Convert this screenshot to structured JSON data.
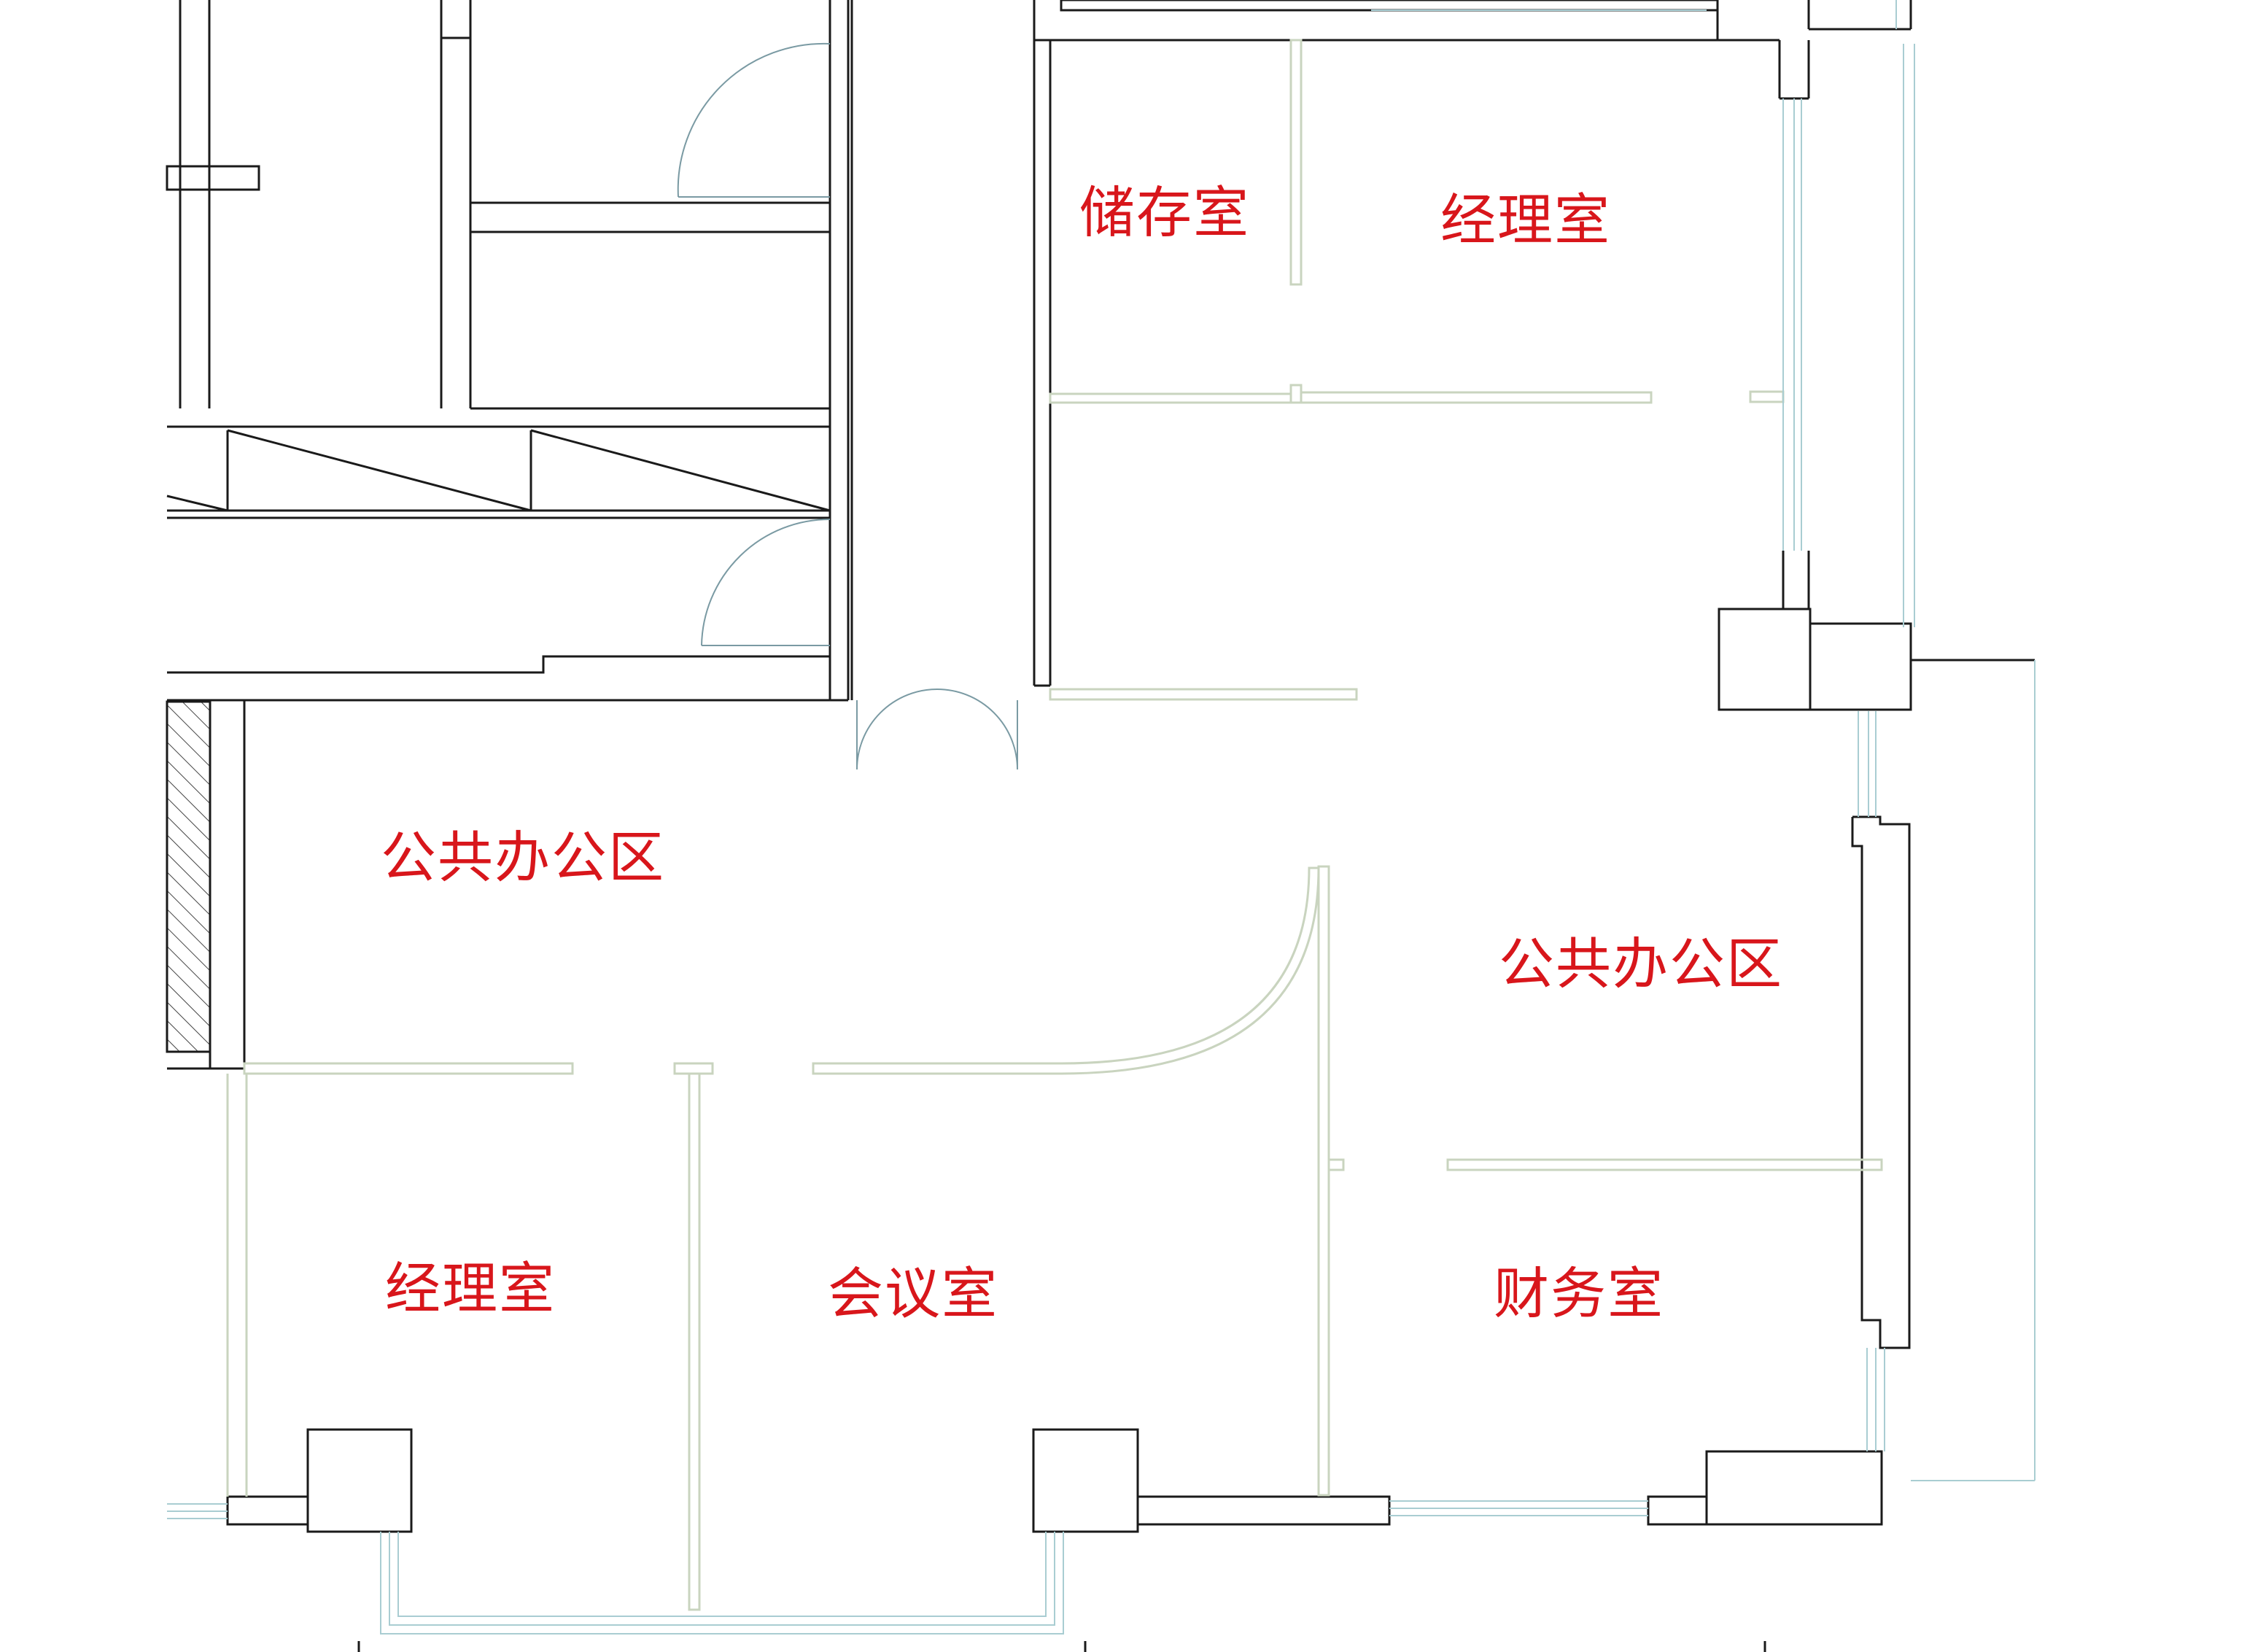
{
  "colors": {
    "label": "#d8161b",
    "wall": "#1a1a1a",
    "partition": "#c9d4bf",
    "window": "#a9cdd2",
    "hatch": "#444444",
    "background": "#ffffff"
  },
  "rooms": [
    {
      "id": "storage",
      "label": "储存室"
    },
    {
      "id": "manager-top",
      "label": "经理室"
    },
    {
      "id": "open-office-left",
      "label": "公共办公区"
    },
    {
      "id": "open-office-right",
      "label": "公共办公区"
    },
    {
      "id": "manager-bottom",
      "label": "经理室"
    },
    {
      "id": "meeting",
      "label": "会议室"
    },
    {
      "id": "finance",
      "label": "财务室"
    }
  ]
}
